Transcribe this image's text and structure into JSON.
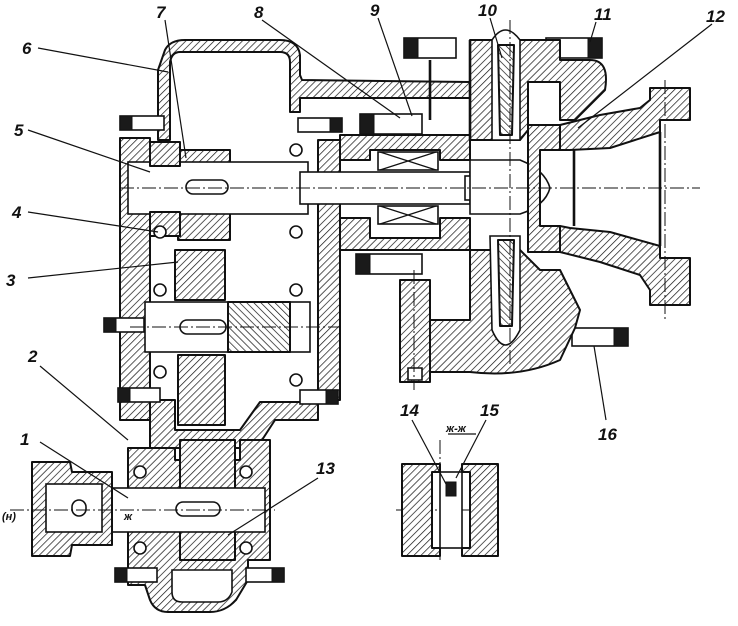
{
  "drawing": {
    "callouts": [
      {
        "id": "1",
        "label": "1"
      },
      {
        "id": "2",
        "label": "2"
      },
      {
        "id": "3",
        "label": "3"
      },
      {
        "id": "4",
        "label": "4"
      },
      {
        "id": "5",
        "label": "5"
      },
      {
        "id": "6",
        "label": "6"
      },
      {
        "id": "7",
        "label": "7"
      },
      {
        "id": "8",
        "label": "8"
      },
      {
        "id": "9",
        "label": "9"
      },
      {
        "id": "10",
        "label": "10"
      },
      {
        "id": "11",
        "label": "11"
      },
      {
        "id": "12",
        "label": "12"
      },
      {
        "id": "13",
        "label": "13"
      },
      {
        "id": "14",
        "label": "14"
      },
      {
        "id": "15",
        "label": "15"
      },
      {
        "id": "16",
        "label": "16"
      }
    ],
    "section_label": "ж-ж",
    "section_marker": "ж",
    "left_marker": "(н)"
  },
  "colors": {
    "ink": "#111111",
    "paper": "#ffffff"
  }
}
